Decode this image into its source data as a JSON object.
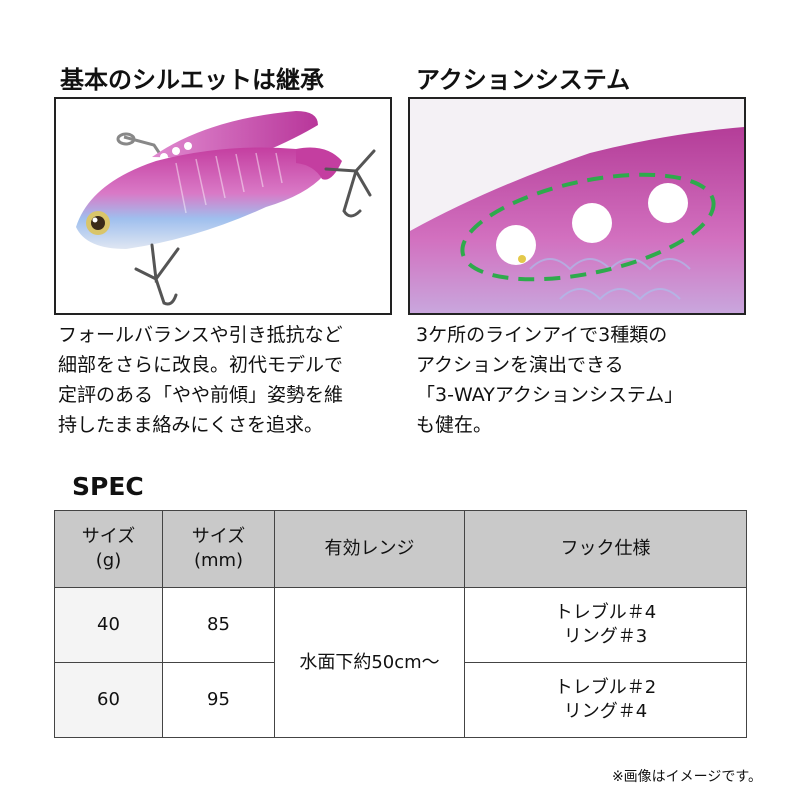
{
  "sections": {
    "left": {
      "heading": "基本のシルエットは継承",
      "description": "フォールバランスや引き抵抗など\n細部をさらに改良。初代モデルで\n定評のある「やや前傾」姿勢を維\n持したまま絡みにくさを追求。"
    },
    "right": {
      "heading": "アクションシステム",
      "description": "3ケ所のラインアイで3種類の\nアクションを演出できる\n「3-WAYアクションシステム」\nも健在。"
    }
  },
  "spec": {
    "title": "SPEC",
    "headers": [
      "サイズ\n(g)",
      "サイズ\n(mm)",
      "有効レンジ",
      "フック仕様"
    ],
    "rows": [
      {
        "weight": "40",
        "length": "85",
        "hook": "トレブル＃4\nリング＃3"
      },
      {
        "weight": "60",
        "length": "95",
        "hook": "トレブル＃2\nリング＃4"
      }
    ],
    "range": "水面下約50cm～"
  },
  "footnote": "※画像はイメージです。",
  "colors": {
    "lure_pink": "#d24aa8",
    "lure_blue": "#8fb3e6",
    "highlight_green": "#2eaa4c",
    "header_gray": "#c9c9c9"
  }
}
